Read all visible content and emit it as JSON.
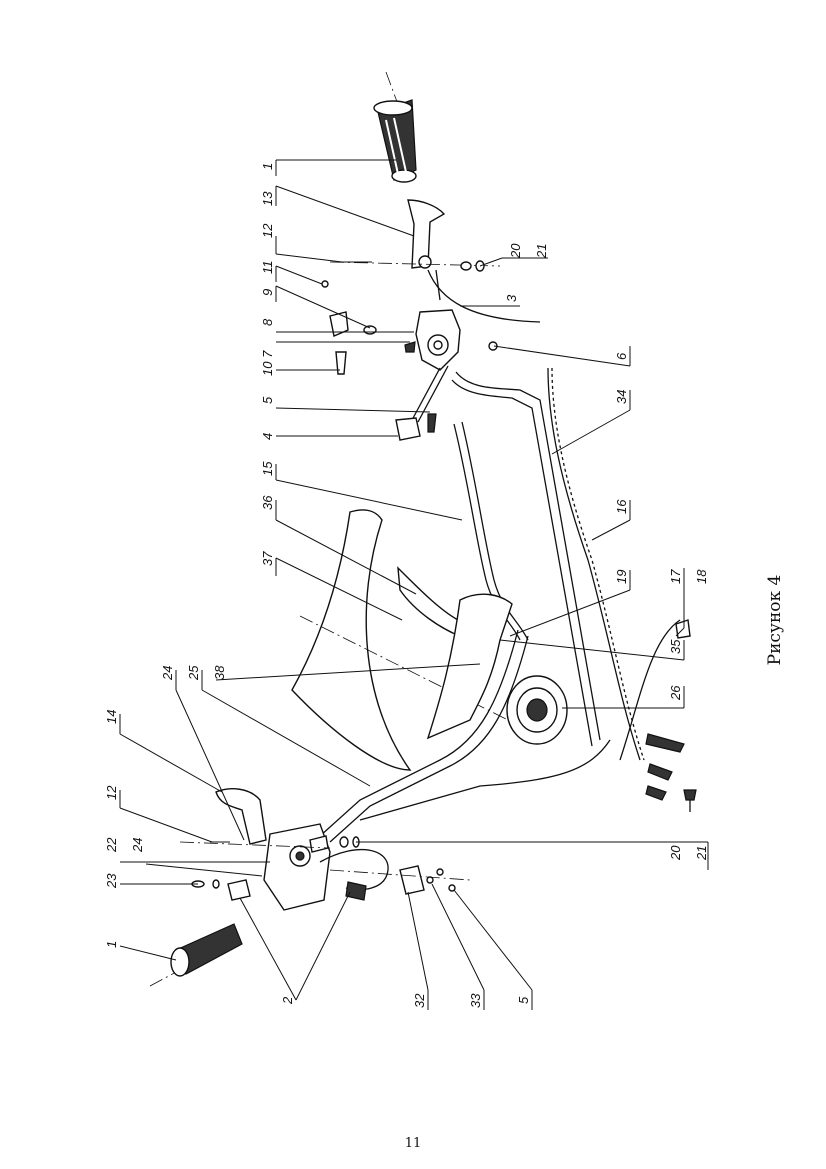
{
  "figure": {
    "caption": "Рисунок 4",
    "callouts": [
      {
        "id": "1a",
        "text": "1"
      },
      {
        "id": "13",
        "text": "13"
      },
      {
        "id": "12a",
        "text": "12"
      },
      {
        "id": "20a",
        "text": "20"
      },
      {
        "id": "21a",
        "text": "21"
      },
      {
        "id": "11",
        "text": "11"
      },
      {
        "id": "9",
        "text": "9"
      },
      {
        "id": "8",
        "text": "8"
      },
      {
        "id": "3",
        "text": "3"
      },
      {
        "id": "10-7",
        "text": "10 7"
      },
      {
        "id": "6",
        "text": "6"
      },
      {
        "id": "5a",
        "text": "5"
      },
      {
        "id": "4",
        "text": "4"
      },
      {
        "id": "34",
        "text": "34"
      },
      {
        "id": "15",
        "text": "15"
      },
      {
        "id": "36",
        "text": "36"
      },
      {
        "id": "16",
        "text": "16"
      },
      {
        "id": "37",
        "text": "37"
      },
      {
        "id": "19",
        "text": "19"
      },
      {
        "id": "17",
        "text": "17"
      },
      {
        "id": "18",
        "text": "18"
      },
      {
        "id": "24a",
        "text": "24"
      },
      {
        "id": "25",
        "text": "25"
      },
      {
        "id": "38",
        "text": "38"
      },
      {
        "id": "35",
        "text": "35"
      },
      {
        "id": "26",
        "text": "26"
      },
      {
        "id": "14",
        "text": "14"
      },
      {
        "id": "12b",
        "text": "12"
      },
      {
        "id": "22",
        "text": "22"
      },
      {
        "id": "24b",
        "text": "24"
      },
      {
        "id": "20b",
        "text": "20"
      },
      {
        "id": "21b",
        "text": "21"
      },
      {
        "id": "23",
        "text": "23"
      },
      {
        "id": "1b",
        "text": "1"
      },
      {
        "id": "2",
        "text": "2"
      },
      {
        "id": "32",
        "text": "32"
      },
      {
        "id": "33",
        "text": "33"
      },
      {
        "id": "5b",
        "text": "5"
      }
    ]
  },
  "page": {
    "number": "11"
  }
}
